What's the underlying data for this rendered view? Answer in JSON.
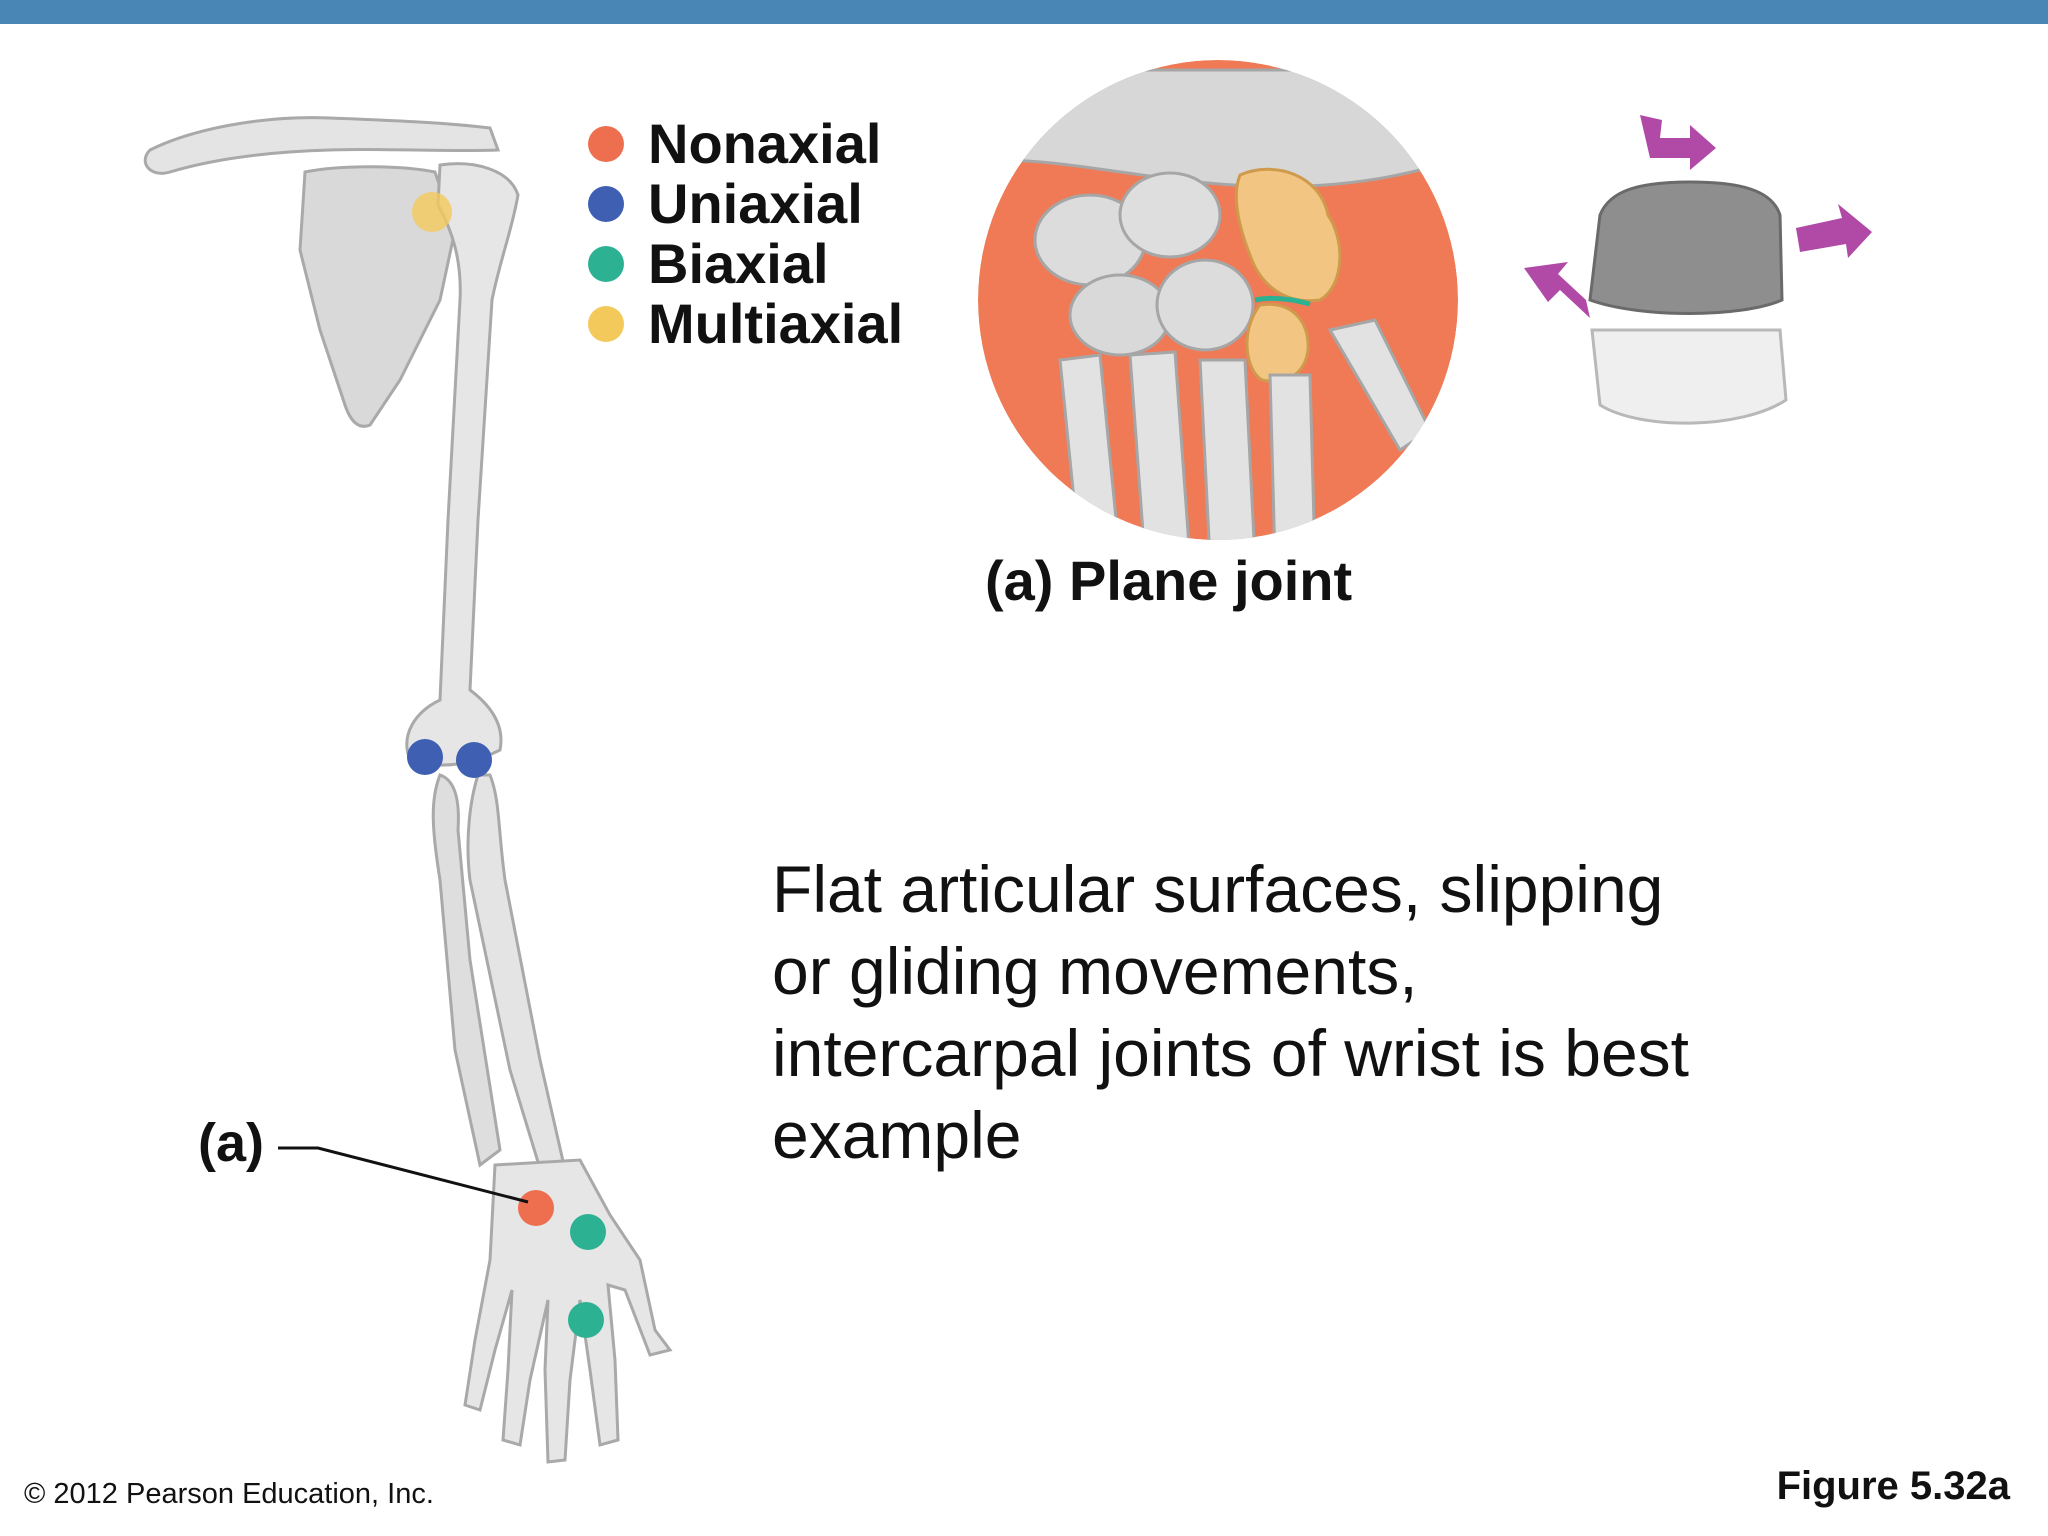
{
  "legend": [
    {
      "label": "Nonaxial",
      "color": "#ee6f4f"
    },
    {
      "label": "Uniaxial",
      "color": "#3f5fb3"
    },
    {
      "label": "Biaxial",
      "color": "#2cb293"
    },
    {
      "label": "Multiaxial",
      "color": "#f3c95b"
    }
  ],
  "plane_joint_caption": "(a) Plane joint",
  "description_lines": [
    "Flat articular surfaces, slipping",
    "or gliding movements,",
    "intercarpal joints of wrist is best",
    "example"
  ],
  "pointer_label": "(a)",
  "copyright": "© 2012 Pearson Education, Inc.",
  "figure_label": "Figure 5.32a",
  "colors": {
    "top_bar": "#4a86b5",
    "bone": "#e2e2e2",
    "bone_outline": "#a9a9a9",
    "wrist_background": "#ef7a55",
    "carpal_highlight": "#f2c583",
    "movement_arrow": "#b04aa6"
  }
}
